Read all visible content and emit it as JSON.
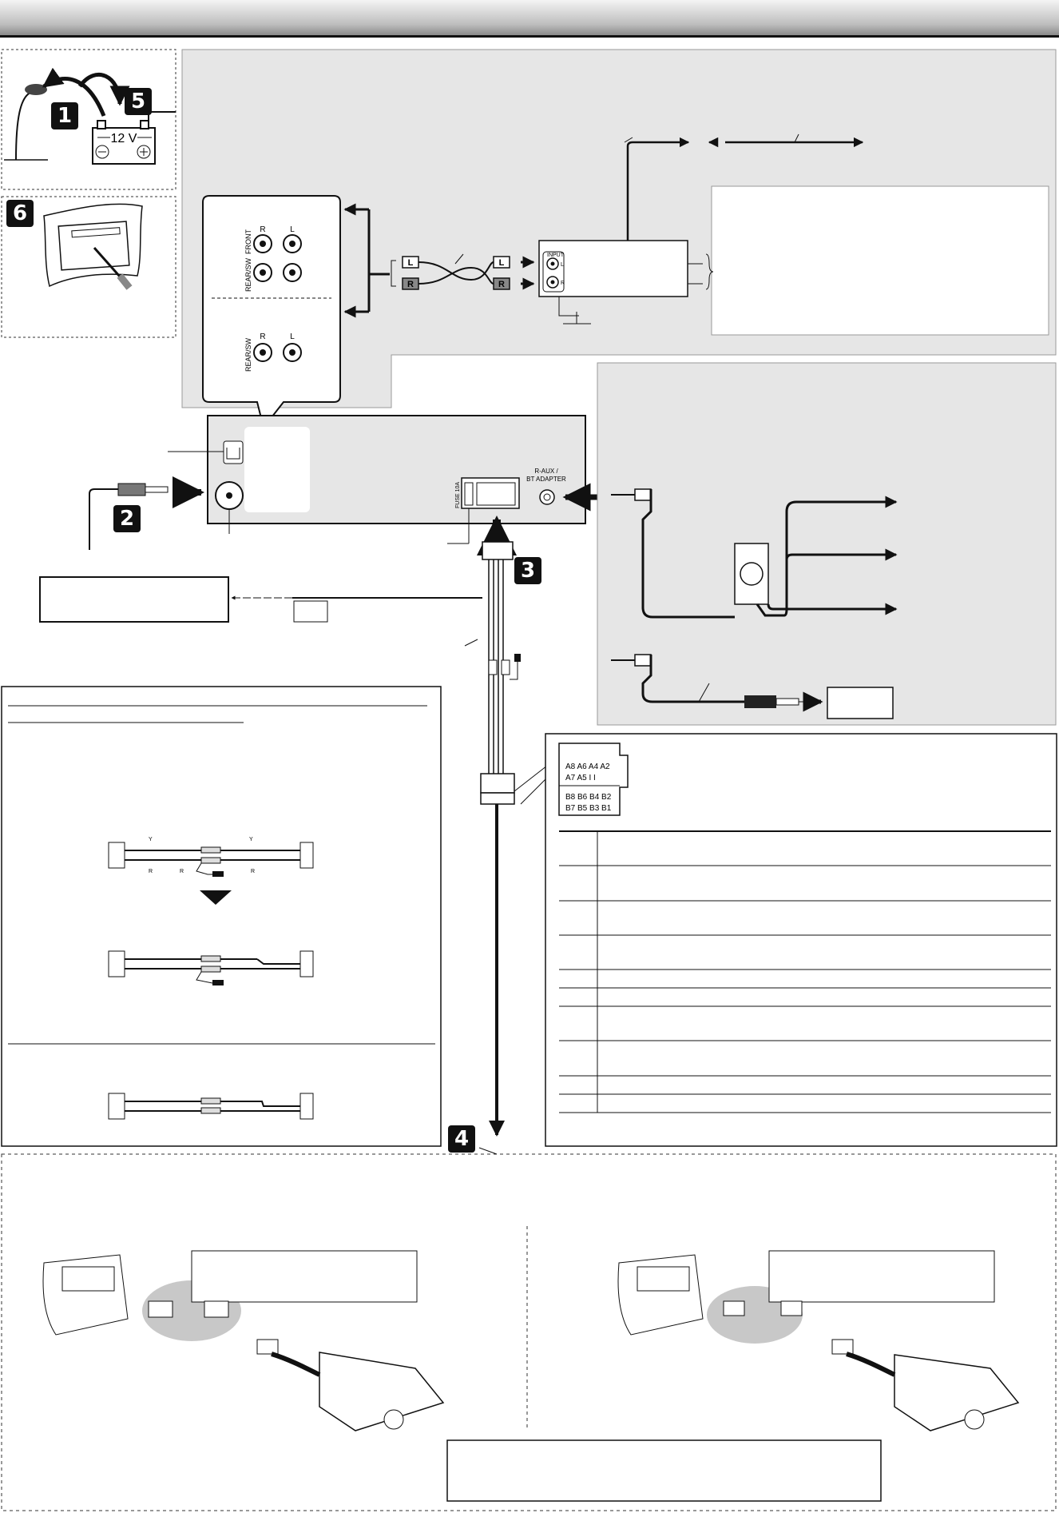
{
  "callouts": [
    "1",
    "5",
    "6",
    "2",
    "3",
    "4"
  ],
  "battery": {
    "voltage": "12 V"
  },
  "terminal_panel": {
    "channel_r": "R",
    "channel_l": "L",
    "front": "FRONT",
    "rear_sw": "REAR/SW"
  },
  "rca_plugs": {
    "left": "L",
    "right": "R"
  },
  "amplifier": {
    "input": "INPUT",
    "l": "L",
    "r": "R"
  },
  "head_unit": {
    "fuse": "FUSE 10A",
    "aux_label_line1": "R-AUX /",
    "aux_label_line2": "BT ADAPTER"
  },
  "iso_pins": {
    "row_a_top": "A8 A6 A4 A2",
    "row_a_bottom": "A7 A5 I   I",
    "row_b_top": "B8 B6 B4 B2",
    "row_b_bottom": "B7 B5 B3 B1"
  },
  "wire_letters": {
    "y": "Y",
    "r": "R"
  },
  "colors": {
    "panel_gray": "#e6e6e6",
    "line": "#111111"
  }
}
